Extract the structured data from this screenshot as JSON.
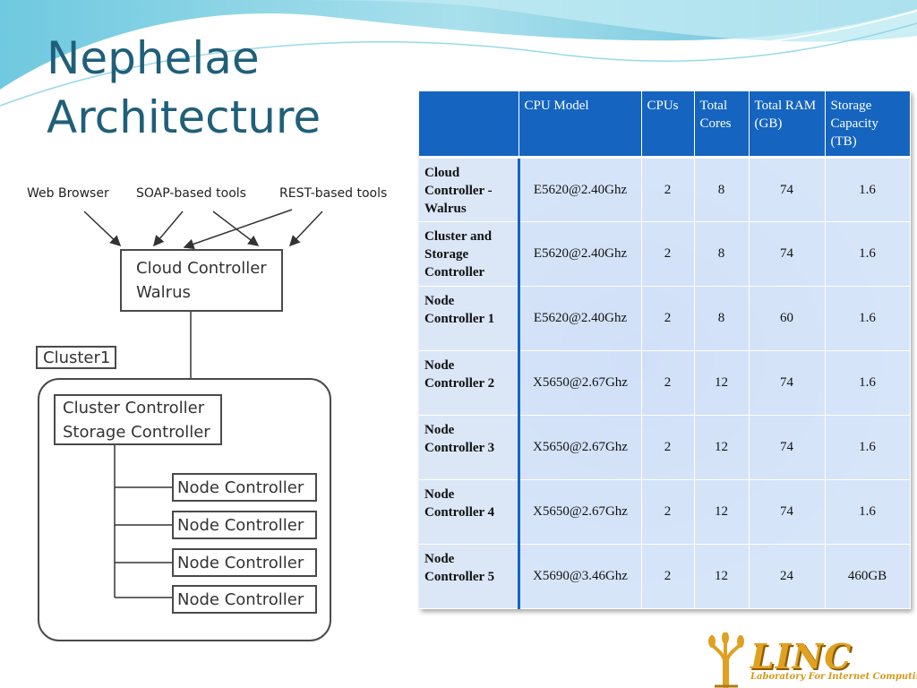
{
  "slide": {
    "title_line1": "Nephelae",
    "title_line2": "Architecture"
  },
  "diagram": {
    "clients": [
      "Web Browser",
      "SOAP-based tools",
      "REST-based tools"
    ],
    "cloud_box": [
      "Cloud Controller",
      "Walrus"
    ],
    "cluster_label": "Cluster1",
    "cluster_box": [
      "Cluster Controller",
      "Storage Controller"
    ],
    "nodes": [
      "Node Controller",
      "Node Controller",
      "Node Controller",
      "Node Controller"
    ]
  },
  "table": {
    "headers": [
      "",
      "CPU Model",
      "CPUs",
      "Total Cores",
      "Total RAM (GB)",
      "Storage Capacity (TB)"
    ],
    "rows": [
      {
        "name": "Cloud Controller - Walrus",
        "cpu_model": "E5620@2.40Ghz",
        "cpus": "2",
        "cores": "8",
        "ram": "74",
        "storage": "1.6"
      },
      {
        "name": "Cluster and Storage Controller",
        "cpu_model": "E5620@2.40Ghz",
        "cpus": "2",
        "cores": "8",
        "ram": "74",
        "storage": "1.6"
      },
      {
        "name": "Node Controller 1",
        "cpu_model": "E5620@2.40Ghz",
        "cpus": "2",
        "cores": "8",
        "ram": "60",
        "storage": "1.6"
      },
      {
        "name": "Node Controller 2",
        "cpu_model": "X5650@2.67Ghz",
        "cpus": "2",
        "cores": "12",
        "ram": "74",
        "storage": "1.6"
      },
      {
        "name": "Node Controller 3",
        "cpu_model": "X5650@2.67Ghz",
        "cpus": "2",
        "cores": "12",
        "ram": "74",
        "storage": "1.6"
      },
      {
        "name": "Node Controller 4",
        "cpu_model": "X5650@2.67Ghz",
        "cpus": "2",
        "cores": "12",
        "ram": "74",
        "storage": "1.6"
      },
      {
        "name": "Node Controller 5",
        "cpu_model": "X5690@3.46Ghz",
        "cpus": "2",
        "cores": "12",
        "ram": "24",
        "storage": "460GB"
      }
    ]
  },
  "logo": {
    "word": "LINC",
    "subtitle": "Laboratory For Internet Computing"
  },
  "colors": {
    "title": "#1f5f7a",
    "table_header": "#1565c0",
    "logo_gold": "#e0a020"
  }
}
